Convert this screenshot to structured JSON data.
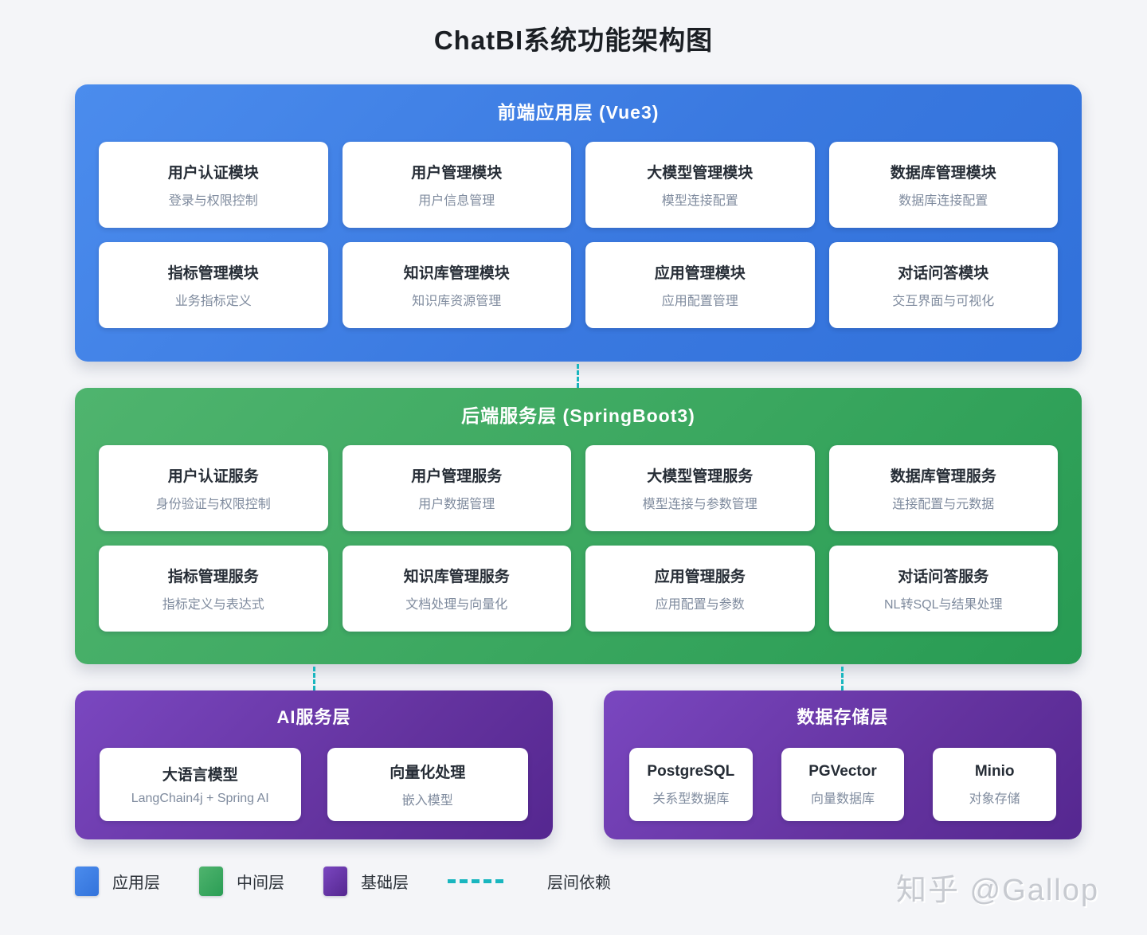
{
  "page": {
    "title": "ChatBI系统功能架构图"
  },
  "colors": {
    "background": "#f4f5f8",
    "frontend_blue": "#3b7ce0",
    "backend_green": "#3aa75f",
    "base_purple": "#64339f",
    "connector_teal": "#19b6bf"
  },
  "layers": {
    "frontend": {
      "title": "前端应用层 (Vue3)",
      "cards": [
        {
          "title": "用户认证模块",
          "subtitle": "登录与权限控制"
        },
        {
          "title": "用户管理模块",
          "subtitle": "用户信息管理"
        },
        {
          "title": "大模型管理模块",
          "subtitle": "模型连接配置"
        },
        {
          "title": "数据库管理模块",
          "subtitle": "数据库连接配置"
        },
        {
          "title": "指标管理模块",
          "subtitle": "业务指标定义"
        },
        {
          "title": "知识库管理模块",
          "subtitle": "知识库资源管理"
        },
        {
          "title": "应用管理模块",
          "subtitle": "应用配置管理"
        },
        {
          "title": "对话问答模块",
          "subtitle": "交互界面与可视化"
        }
      ]
    },
    "backend": {
      "title": "后端服务层 (SpringBoot3)",
      "cards": [
        {
          "title": "用户认证服务",
          "subtitle": "身份验证与权限控制"
        },
        {
          "title": "用户管理服务",
          "subtitle": "用户数据管理"
        },
        {
          "title": "大模型管理服务",
          "subtitle": "模型连接与参数管理"
        },
        {
          "title": "数据库管理服务",
          "subtitle": "连接配置与元数据"
        },
        {
          "title": "指标管理服务",
          "subtitle": "指标定义与表达式"
        },
        {
          "title": "知识库管理服务",
          "subtitle": "文档处理与向量化"
        },
        {
          "title": "应用管理服务",
          "subtitle": "应用配置与参数"
        },
        {
          "title": "对话问答服务",
          "subtitle": "NL转SQL与结果处理"
        }
      ]
    },
    "ai": {
      "title": "AI服务层",
      "cards": [
        {
          "title": "大语言模型",
          "subtitle": "LangChain4j + Spring AI"
        },
        {
          "title": "向量化处理",
          "subtitle": "嵌入模型"
        }
      ]
    },
    "storage": {
      "title": "数据存储层",
      "cards": [
        {
          "title": "PostgreSQL",
          "subtitle": "关系型数据库"
        },
        {
          "title": "PGVector",
          "subtitle": "向量数据库"
        },
        {
          "title": "Minio",
          "subtitle": "对象存储"
        }
      ]
    }
  },
  "legend": {
    "items": [
      {
        "label": "应用层",
        "color": "#4285e8"
      },
      {
        "label": "中间层",
        "color": "#3aa75f"
      },
      {
        "label": "基础层",
        "color": "#64339f"
      },
      {
        "label": "层间依赖",
        "color": "#19b6bf"
      }
    ]
  },
  "watermark": "知乎 @Gallop"
}
